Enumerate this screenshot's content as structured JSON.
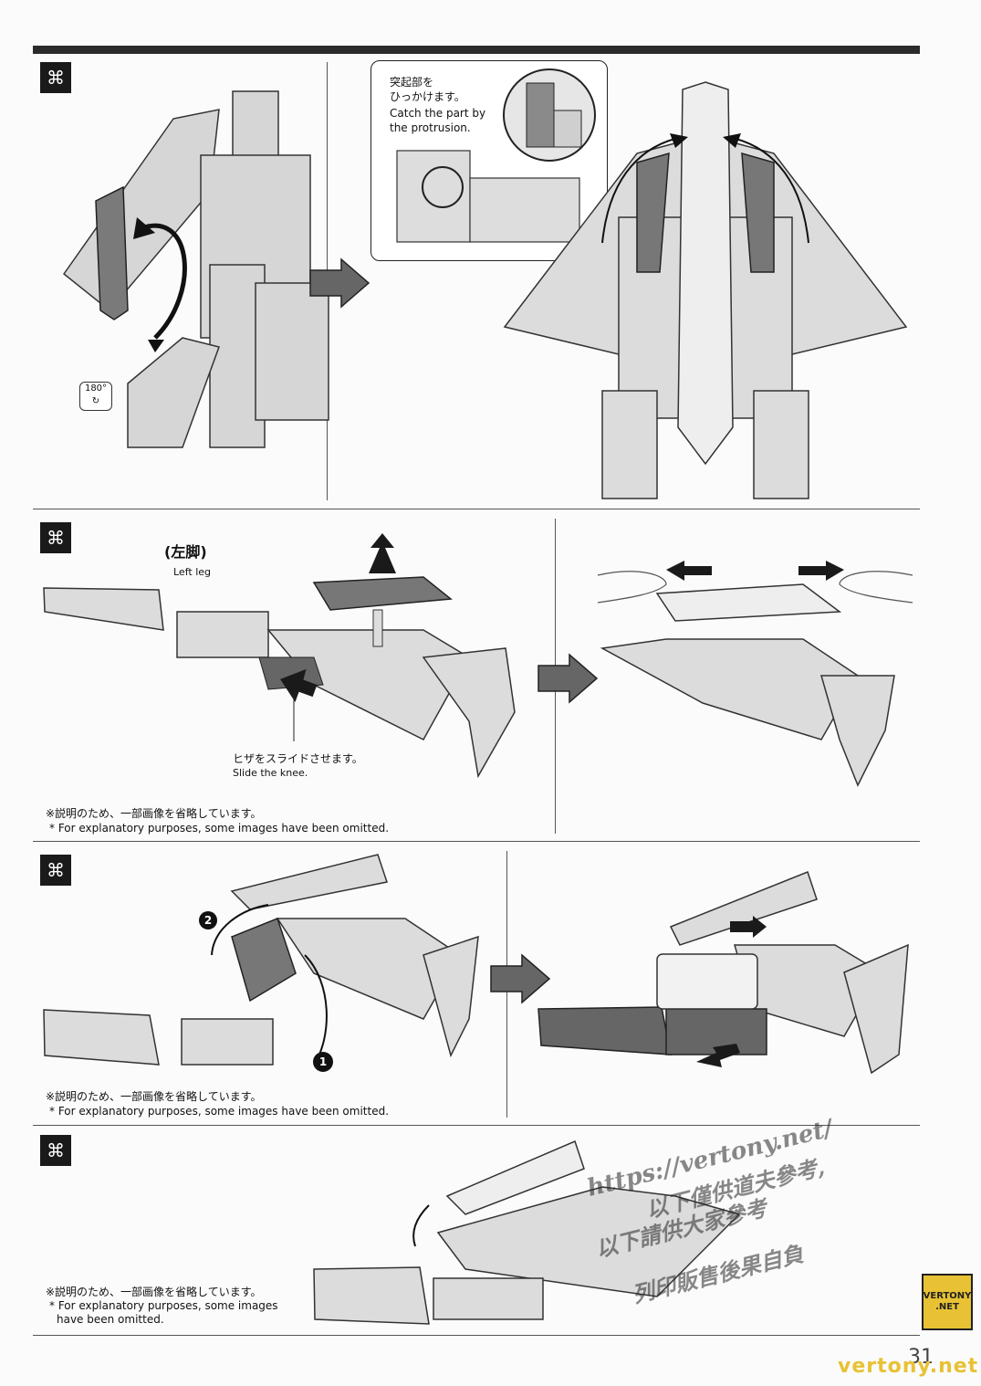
{
  "page_number": "31",
  "steps": {
    "step_icon": "build-step-icon"
  },
  "panel1": {
    "callout_jp_line1": "突起部を",
    "callout_jp_line2": "ひっかけます。",
    "callout_en_line1": "Catch the part by",
    "callout_en_line2": "the protrusion.",
    "rotate_badge": "180°"
  },
  "panel2": {
    "leg_label_jp": "(左脚)",
    "leg_label_en": "Left leg",
    "knee_jp": "ヒザをスライドさせます。",
    "knee_en": "Slide the knee.",
    "note_jp": "※説明のため、一部画像を省略しています。",
    "note_en": "* For explanatory purposes, some images have been omitted."
  },
  "panel3": {
    "num1": "1",
    "num2": "2",
    "note_jp": "※説明のため、一部画像を省略しています。",
    "note_en": "* For explanatory purposes, some images have been omitted."
  },
  "panel4": {
    "note_jp": "※説明のため、一部画像を省略しています。",
    "note_en_line1": "* For explanatory purposes, some images",
    "note_en_line2": "have been omitted."
  },
  "watermark": {
    "url": "https://vertony.net/",
    "line1": "以下僅供道夫參考,",
    "line2": "以下請供大家參考",
    "line3": "列印販售後果自負",
    "logo_line1": "VERTONY",
    "logo_line2": ".NET",
    "footer": "vertony.net"
  },
  "colors": {
    "rule": "#2b2b2b",
    "logo": "#e8c234"
  }
}
